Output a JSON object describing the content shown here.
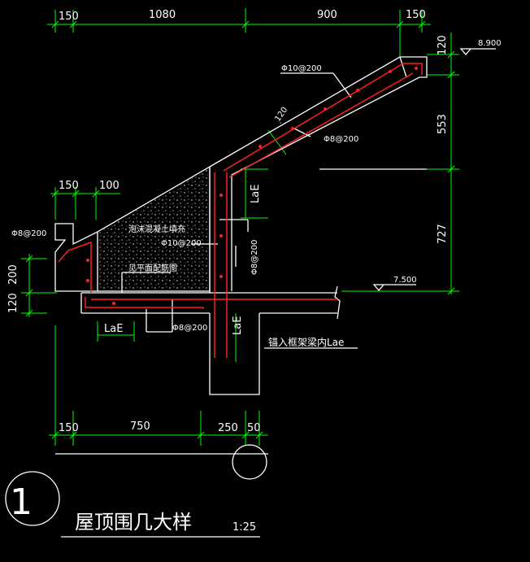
{
  "top_dims": [
    "150",
    "1080",
    "900",
    "150"
  ],
  "top_small_dims": [
    "150",
    "100"
  ],
  "bottom_dims": [
    "150",
    "750",
    "250",
    "50"
  ],
  "right_dims": [
    "120",
    "553",
    "727"
  ],
  "left_dims": [
    "200",
    "120"
  ],
  "elevations": [
    "8.900",
    "7.500"
  ],
  "rebar_notes": {
    "slab_top": "Φ10@200",
    "slab_dist": "Φ8@200",
    "slab_thick": "120",
    "left_wall": "Φ8@200",
    "fill": "泡沫混凝土填充",
    "upright": "Φ10@200",
    "upright_side": "Φ8@200",
    "bottom": "Φ8@200",
    "layer": "见平面配筋图",
    "anchor_left": "LaE",
    "anchor_mid": "LaE",
    "anchor_top": "LaE",
    "anchor_beam": "锚入框架梁内Lae"
  },
  "detail_number": "1",
  "title": "屋顶围几大样",
  "scale": "1:25",
  "colors": {
    "bg": "#000000",
    "line": "#ffffff",
    "dim": "#00ff00",
    "rebar": "#ff2020",
    "text": "#ffffff"
  }
}
